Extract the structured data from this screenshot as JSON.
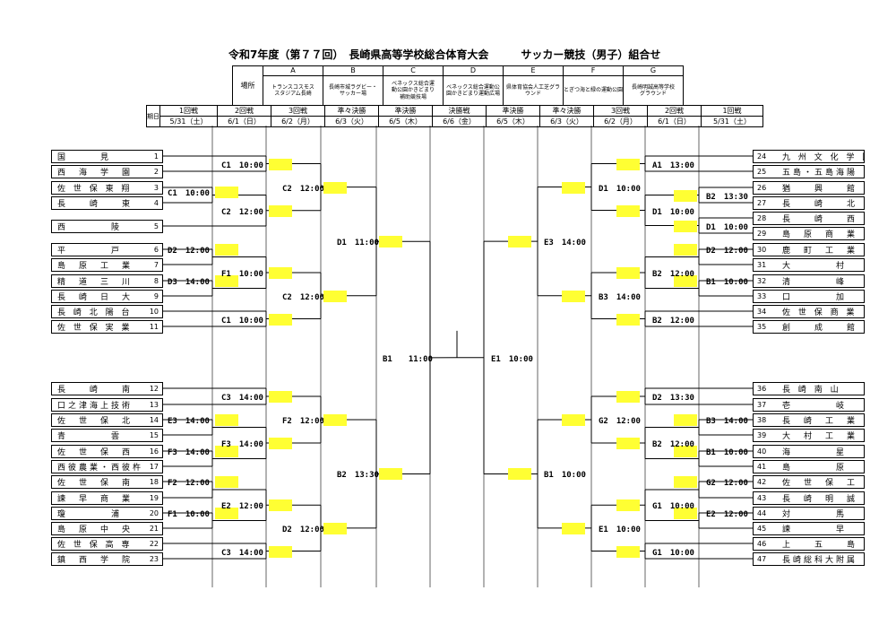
{
  "title": "令和7年度（第７７回）　長崎県高等学校総合体育大会　　　サッカー競技（男子）組合せ",
  "venues": {
    "header_label": "場所",
    "letters": [
      "A",
      "B",
      "C",
      "D",
      "E",
      "F",
      "G"
    ],
    "names": [
      "トランスコスモス\nスタジアム長崎",
      "長崎市城ラグビー・\nサッカー場",
      "ベネックス総合運\n動公園かきどまり\n補助競技場",
      "ベネックス総合運動公\n園かきどまり運動広場",
      "県体育協会人工芝グラ\nウンド",
      "とぎつ海と緑の運動公園",
      "長崎明誠高等学校\nグラウンド"
    ]
  },
  "rounds": {
    "header": [
      "期日",
      "1回戦",
      "2回戦",
      "3回戦",
      "準々決勝",
      "準決勝",
      "決勝戦",
      "準決勝",
      "準々決勝",
      "3回戦",
      "2回戦",
      "1回戦"
    ],
    "dates": [
      "5/31（土）",
      "6/1（日）",
      "6/2（月）",
      "6/3（火）",
      "6/5（木）",
      "6/6（金）",
      "6/5（木）",
      "6/3（火）",
      "6/2（月）",
      "6/1（日）",
      "5/31（土）"
    ]
  },
  "left_teams": [
    {
      "name": "国　　　見",
      "no": "1"
    },
    {
      "name": "西　海　学　園",
      "no": "2"
    },
    {
      "name": "佐 世 保 東 翔",
      "no": "3"
    },
    {
      "name": "長　　崎　　東",
      "no": "4"
    },
    {
      "name": "西　　　　陵",
      "no": "5"
    },
    {
      "name": "平　　　　戸",
      "no": "6"
    },
    {
      "name": "島　原　工　業",
      "no": "7"
    },
    {
      "name": "精　道　三　川　台",
      "no": "8"
    },
    {
      "name": "長　崎　日　大",
      "no": "9"
    },
    {
      "name": "長 崎 北 陽 台",
      "no": "10"
    },
    {
      "name": "佐 世 保 実 業",
      "no": "11"
    },
    {
      "name": "長　　崎　　南",
      "no": "12"
    },
    {
      "name": "口之津海上技術",
      "no": "13"
    },
    {
      "name": "佐　世　保　北",
      "no": "14"
    },
    {
      "name": "青　　　　雲",
      "no": "15"
    },
    {
      "name": "佐　世　保　西",
      "no": "16"
    },
    {
      "name": "西彼農業・西彼杵",
      "no": "17"
    },
    {
      "name": "佐　世　保　南",
      "no": "18"
    },
    {
      "name": "諫　早　商　業",
      "no": "19"
    },
    {
      "name": "瓊　　　　浦",
      "no": "20"
    },
    {
      "name": "島　原　中　央",
      "no": "21"
    },
    {
      "name": "佐 世 保 高 専",
      "no": "22"
    },
    {
      "name": "鎮　西　学　院",
      "no": "23"
    }
  ],
  "right_teams": [
    {
      "name": "九 州 文 化 学 園",
      "no": "24"
    },
    {
      "name": "五島・五島海陽",
      "no": "25"
    },
    {
      "name": "猶　　興　　館",
      "no": "26"
    },
    {
      "name": "長　　崎　　北",
      "no": "27"
    },
    {
      "name": "長　　崎　　西",
      "no": "28"
    },
    {
      "name": "島　原　商　業",
      "no": "29"
    },
    {
      "name": "鹿　町　工　業",
      "no": "30"
    },
    {
      "name": "大　　　　村",
      "no": "31"
    },
    {
      "name": "清　　　　峰",
      "no": "32"
    },
    {
      "name": "口　　　　加",
      "no": "33"
    },
    {
      "name": "佐 世 保 商 業",
      "no": "34"
    },
    {
      "name": "創　　成　　館",
      "no": "35"
    },
    {
      "name": "長 崎 南 山",
      "no": "36"
    },
    {
      "name": "壱　　　　岐",
      "no": "37"
    },
    {
      "name": "長　崎　工　業",
      "no": "38"
    },
    {
      "name": "大　村　工　業",
      "no": "39"
    },
    {
      "name": "海　　　　星",
      "no": "40"
    },
    {
      "name": "島　　　　原",
      "no": "41"
    },
    {
      "name": "佐　世　保　工　業",
      "no": "42"
    },
    {
      "name": "長　崎　明　誠",
      "no": "43"
    },
    {
      "name": "対　　　　馬",
      "no": "44"
    },
    {
      "name": "諫　　　　早",
      "no": "45"
    },
    {
      "name": "上　　五　　島",
      "no": "46"
    },
    {
      "name": "長崎総科大附属",
      "no": "47"
    }
  ],
  "matches": [
    {
      "label": "C1　10:00"
    },
    {
      "label": "C1　10:00"
    },
    {
      "label": "C2　12:00"
    },
    {
      "label": "C2　12:00"
    },
    {
      "label": "D2　12:00"
    },
    {
      "label": "D3　14:00"
    },
    {
      "label": "F1　10:00"
    },
    {
      "label": "C1　10:00"
    },
    {
      "label": "C2　12:00"
    },
    {
      "label": "D1　11:00"
    },
    {
      "label": "C3　14:00"
    },
    {
      "label": "E3　14:00"
    },
    {
      "label": "F3　14:00"
    },
    {
      "label": "F3　14:00"
    },
    {
      "label": "F2　12:00"
    },
    {
      "label": "F2　12:00"
    },
    {
      "label": "F1　10:00"
    },
    {
      "label": "E2　12:00"
    },
    {
      "label": "C3　14:00"
    },
    {
      "label": "D2　12:00"
    },
    {
      "label": "B2　13:30"
    },
    {
      "label": "B1　　11:00"
    },
    {
      "label": "A1　13:00"
    },
    {
      "label": "B2　13:30"
    },
    {
      "label": "D1　10:00"
    },
    {
      "label": "D1　10:00"
    },
    {
      "label": "D1　10:00"
    },
    {
      "label": "D2　12:00"
    },
    {
      "label": "B1　10:00"
    },
    {
      "label": "B2　12:00"
    },
    {
      "label": "B2　12:00"
    },
    {
      "label": "B3　14:00"
    },
    {
      "label": "E3　14:00"
    },
    {
      "label": "D2　13:30"
    },
    {
      "label": "B3　14:00"
    },
    {
      "label": "B1　10:00"
    },
    {
      "label": "B2　12:00"
    },
    {
      "label": "G2　12:00"
    },
    {
      "label": "G2　12:00"
    },
    {
      "label": "E2　12:00"
    },
    {
      "label": "G1　10:00"
    },
    {
      "label": "G1　10:00"
    },
    {
      "label": "E1　10:00"
    },
    {
      "label": "B1　10:00"
    },
    {
      "label": "E1　10:00"
    },
    {
      "label": "B1　11:00"
    }
  ],
  "highlight_color": "#ffff33"
}
